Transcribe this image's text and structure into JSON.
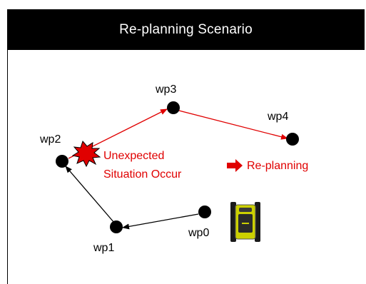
{
  "title": "Re-planning Scenario",
  "waypoints": {
    "wp0": "wp0",
    "wp1": "wp1",
    "wp2": "wp2",
    "wp3": "wp3",
    "wp4": "wp4"
  },
  "annotation": {
    "line1": "Unexpected",
    "line2": "Situation Occur"
  },
  "replanning_label": "Re-planning",
  "colors": {
    "title_bg": "#000000",
    "title_text": "#ffffff",
    "replan_red": "#e00000",
    "path_black": "#000000",
    "explosion_fill": "#e00000",
    "robot_body": "#ccd000"
  },
  "icons": {
    "explosion": "explosion-icon",
    "arrow": "right-arrow-icon",
    "robot": "robot-icon"
  }
}
